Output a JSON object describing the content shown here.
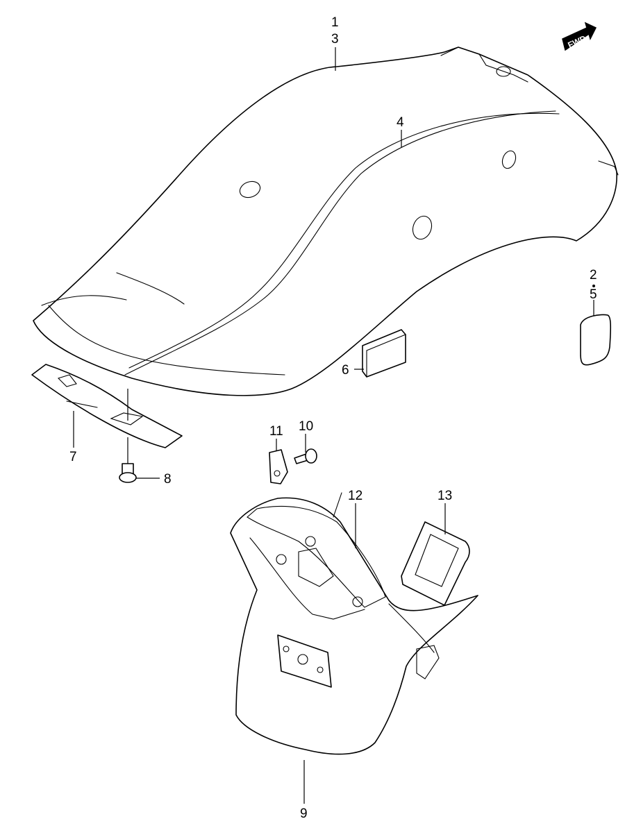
{
  "direction_badge": {
    "label": "FWD",
    "color": "#000000"
  },
  "callouts": {
    "p1": "1",
    "p3": "3",
    "p4": "4",
    "p2": "2",
    "p5": "5",
    "p6": "6",
    "p7": "7",
    "p8": "8",
    "p9": "9",
    "p10": "10",
    "p11": "11",
    "p12": "12",
    "p13": "13"
  },
  "colors": {
    "line": "#000000",
    "paper": "#ffffff"
  }
}
